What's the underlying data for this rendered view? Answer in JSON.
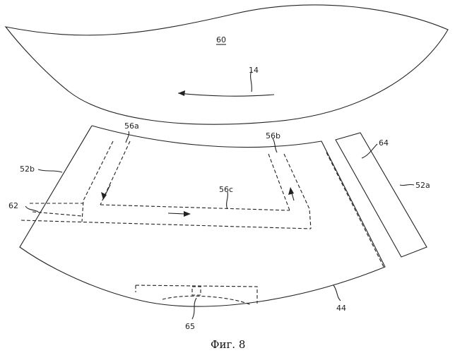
{
  "figure": {
    "caption": "Фиг. 8",
    "labels": {
      "ref_60": "60",
      "ref_14": "14",
      "ref_56a": "56a",
      "ref_56b": "56b",
      "ref_56c": "56c",
      "ref_52b": "52b",
      "ref_52a": "52a",
      "ref_62": "62",
      "ref_64": "64",
      "ref_44": "44",
      "ref_65": "65"
    }
  }
}
